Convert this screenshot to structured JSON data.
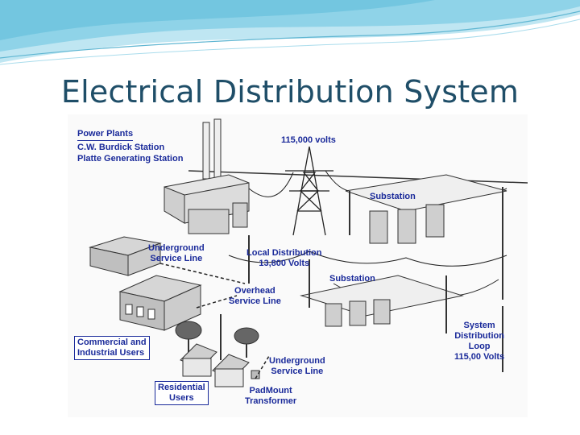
{
  "slide": {
    "title": "Electrical Distribution System"
  },
  "diagram": {
    "labels": {
      "power_plants": "Power Plants",
      "burdick_station": "C.W. Burdick Station",
      "platte_station": "Platte Generating Station",
      "volts_115000": "115,000 volts",
      "substation_top": "Substation",
      "underground_service_line_1": "Underground\nService Line",
      "local_distribution": "Local Distribution\n13,800 Volts",
      "substation_middle": "Substation",
      "overhead_service_line": "Overhead\nService Line",
      "commercial_industrial_users": "Commercial and\nIndustrial Users",
      "system_distribution_loop": "System\nDistribution\nLoop\n115,00 Volts",
      "underground_service_line_2": "Underground\nService Line",
      "residential_users": "Residential\nUsers",
      "padmount_transformer": "PadMount\nTransformer"
    }
  },
  "colors": {
    "title_text": "#1f4e68",
    "label_text": "#1a2a9a",
    "swoosh_light": "#bfe6f2",
    "swoosh_mid": "#7fcde4"
  }
}
